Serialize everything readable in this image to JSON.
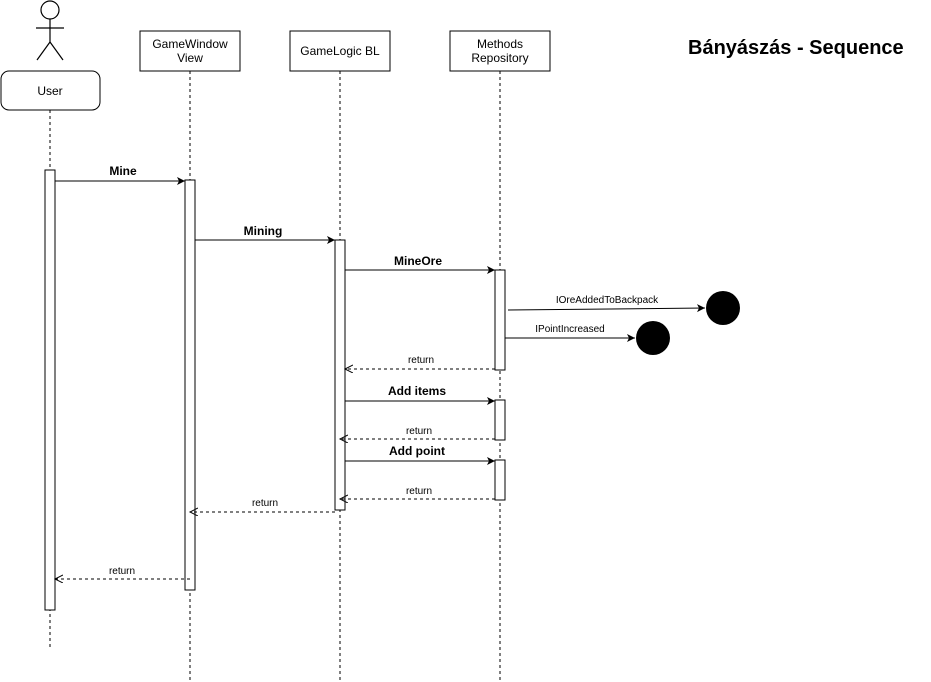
{
  "title": "Bányászás - Sequence",
  "actor": {
    "label": "User"
  },
  "lifelines": {
    "view": {
      "line1": "GameWindow",
      "line2": "View"
    },
    "logic": {
      "line1": "GameLogic BL"
    },
    "repo": {
      "line1": "Methods",
      "line2": "Repository"
    }
  },
  "messages": {
    "mine": "Mine",
    "mining": "Mining",
    "mine_ore": "MineOre",
    "ore_added": "IOreAddedToBackpack",
    "point_increased": "IPointIncreased",
    "return_ore": "return",
    "add_items": "Add items",
    "return_items": "return",
    "add_point": "Add point",
    "return_point": "return",
    "return_logic": "return",
    "return_view": "return"
  }
}
